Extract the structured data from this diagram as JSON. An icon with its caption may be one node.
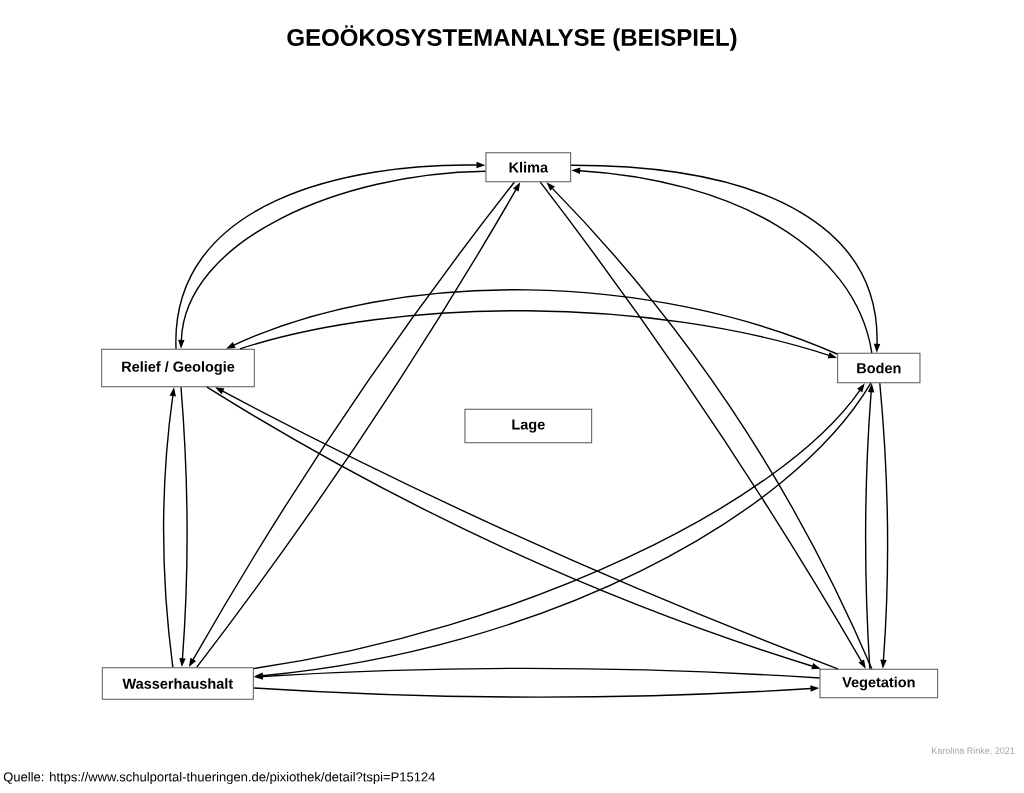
{
  "diagram": {
    "title": "GEOÖKOSYSTEMANALYSE (BEISPIEL)",
    "nodes": [
      {
        "text": [
          "Klima"
        ]
      },
      {
        "text": [
          "Relief / Geologie"
        ]
      },
      {
        "text": [
          "Boden"
        ]
      },
      {
        "text": [
          "Lage"
        ]
      },
      {
        "text": [
          "Wasserhaushalt"
        ]
      },
      {
        "text": [
          "Vegetation"
        ]
      }
    ],
    "edges": [
      {
        "from": 1,
        "to": 0,
        "arrow": "to"
      },
      {
        "from": 0,
        "to": 1,
        "arrow": "to"
      },
      {
        "from": 0,
        "to": 2,
        "arrow": "to"
      },
      {
        "from": 2,
        "to": 0,
        "arrow": "to"
      },
      {
        "from": 2,
        "to": 1,
        "arrow": "to"
      },
      {
        "from": 1,
        "to": 2,
        "arrow": "to"
      },
      {
        "from": 4,
        "to": 0,
        "arrow": "to"
      },
      {
        "from": 0,
        "to": 4,
        "arrow": "to"
      },
      {
        "from": 0,
        "to": 5,
        "arrow": "to"
      },
      {
        "from": 5,
        "to": 0,
        "arrow": "to"
      },
      {
        "from": 4,
        "to": 1,
        "arrow": "to"
      },
      {
        "from": 1,
        "to": 4,
        "arrow": "to"
      },
      {
        "from": 5,
        "to": 1,
        "arrow": "to"
      },
      {
        "from": 1,
        "to": 5,
        "arrow": "to"
      },
      {
        "from": 4,
        "to": 2,
        "arrow": "to"
      },
      {
        "from": 2,
        "to": 4,
        "arrow": "to"
      },
      {
        "from": 5,
        "to": 2,
        "arrow": "to"
      },
      {
        "from": 2,
        "to": 5,
        "arrow": "to"
      },
      {
        "from": 5,
        "to": 4,
        "arrow": "to"
      },
      {
        "from": 4,
        "to": 5,
        "arrow": "to"
      }
    ],
    "labels": [
      "Karolina Rinke, 2021",
      "Quelle: https://www.schulportal-thueringen.de/pixiothek/detail?tspi=P15124"
    ]
  }
}
